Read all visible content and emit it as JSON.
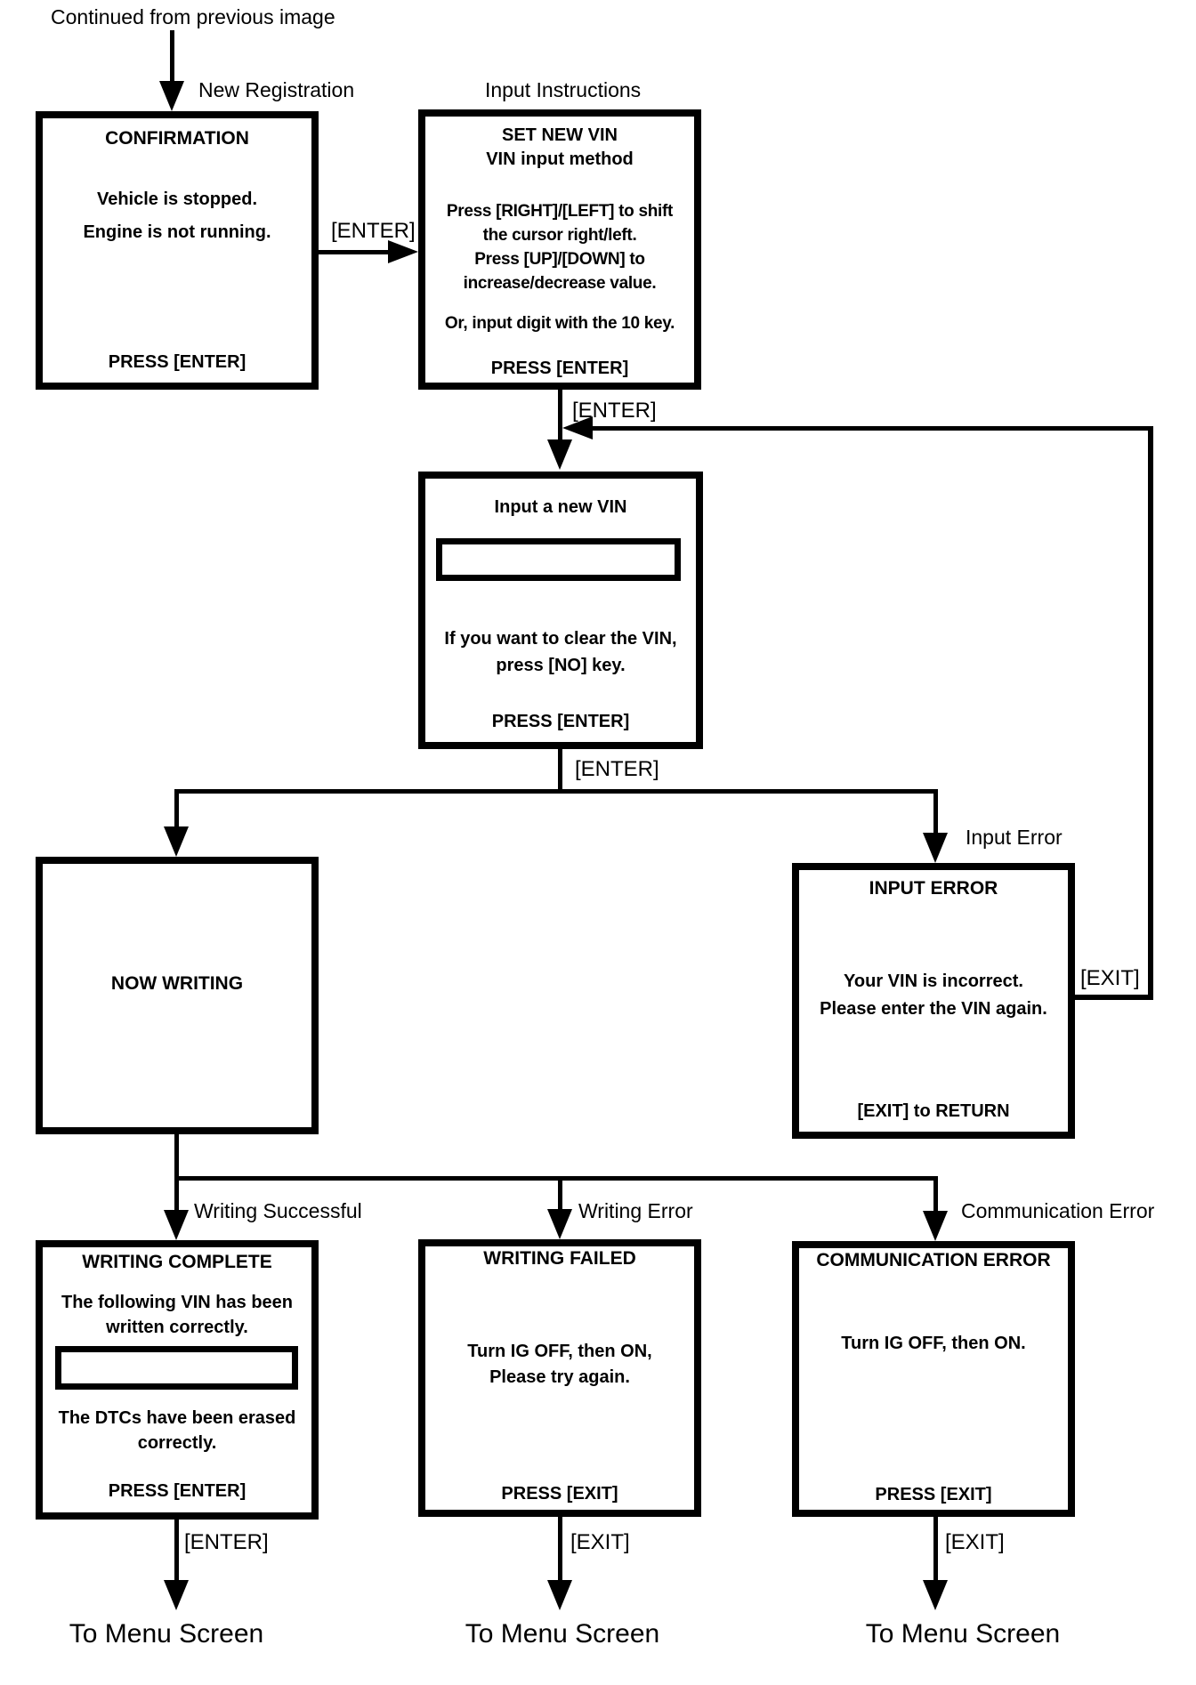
{
  "colors": {
    "line": "#000000",
    "background": "#ffffff"
  },
  "header": {
    "continued_from": "Continued from previous image"
  },
  "path_labels": {
    "new_registration": "New Registration",
    "input_instructions": "Input Instructions",
    "input_error": "Input Error",
    "writing_successful": "Writing Successful",
    "writing_error": "Writing Error",
    "communication_error": "Communication Error"
  },
  "key_labels": {
    "enter_confirmation": "[ENTER]",
    "enter_instructions": "[ENTER]",
    "enter_vin_input": "[ENTER]",
    "exit_input_error": "[EXIT]",
    "enter_writing_complete": "[ENTER]",
    "exit_writing_failed": "[EXIT]",
    "exit_communication_error": "[EXIT]"
  },
  "screens": {
    "confirmation": {
      "title": "CONFIRMATION",
      "body": [
        "Vehicle is stopped.",
        "Engine is not running."
      ],
      "footer": "PRESS [ENTER]"
    },
    "set_new_vin": {
      "title_lines": [
        "SET NEW VIN",
        "VIN input method"
      ],
      "body": [
        "Press [RIGHT]/[LEFT] to shift",
        "the cursor right/left.",
        "Press [UP]/[DOWN] to",
        "increase/decrease value."
      ],
      "note": "Or, input digit with the 10 key.",
      "footer": "PRESS [ENTER]"
    },
    "input_new_vin": {
      "title": "Input a new VIN",
      "vin_field_value": "",
      "body": [
        "If you want to clear the VIN,",
        "press [NO] key."
      ],
      "footer": "PRESS [ENTER]"
    },
    "now_writing": {
      "title": "NOW WRITING"
    },
    "input_error": {
      "title": "INPUT ERROR",
      "body": [
        "Your VIN is incorrect.",
        "Please enter the VIN again."
      ],
      "footer": "[EXIT] to RETURN"
    },
    "writing_complete": {
      "title": "WRITING COMPLETE",
      "body_top": [
        "The following VIN has been",
        "written correctly."
      ],
      "vin_field_value": "",
      "body_bottom": [
        "The DTCs have been erased",
        "correctly."
      ],
      "footer": "PRESS [ENTER]"
    },
    "writing_failed": {
      "title": "WRITING FAILED",
      "body": [
        "Turn IG OFF, then ON,",
        "Please try again."
      ],
      "footer": "PRESS [EXIT]"
    },
    "communication_error": {
      "title": "COMMUNICATION ERROR",
      "body": [
        "Turn IG OFF, then ON."
      ],
      "footer": "PRESS [EXIT]"
    }
  },
  "terminals": {
    "to_menu_1": "To Menu Screen",
    "to_menu_2": "To Menu Screen",
    "to_menu_3": "To Menu Screen"
  }
}
